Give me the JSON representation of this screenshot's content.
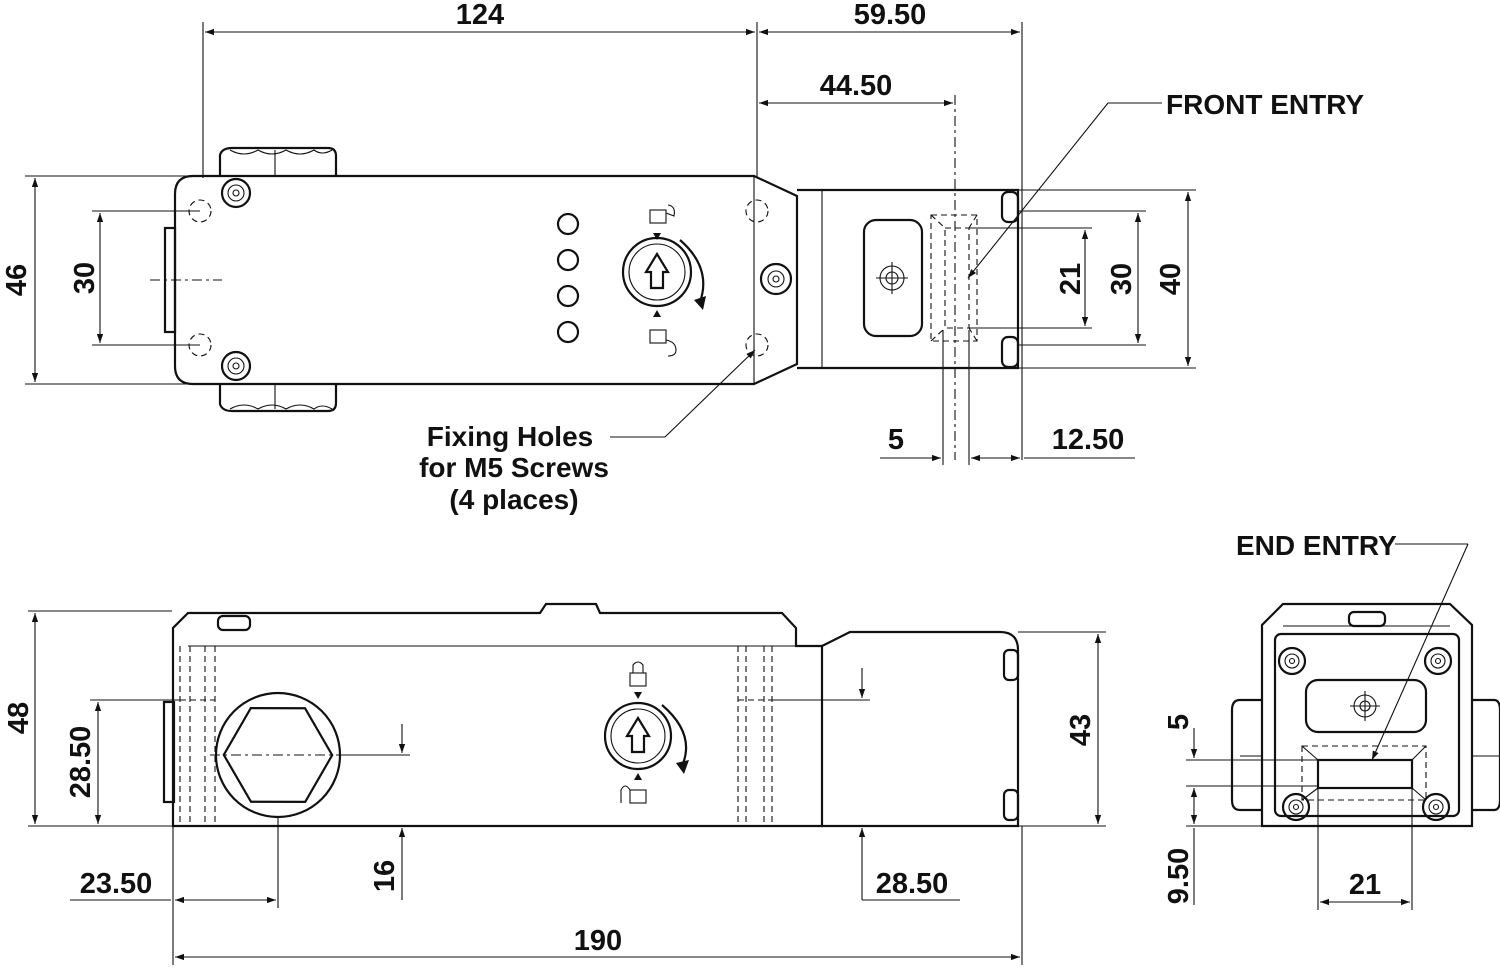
{
  "title": "",
  "colors": {
    "line": "#111111",
    "background": "#ffffff"
  },
  "top_view": {
    "dims": {
      "w124": "124",
      "w59_50": "59.50",
      "w44_50": "44.50",
      "h46": "46",
      "h30_left": "30",
      "h21": "21",
      "h30_right": "30",
      "h40": "40",
      "d5": "5",
      "d12_50": "12.50"
    },
    "labels": {
      "front_entry": "FRONT ENTRY",
      "fixing_holes": [
        "Fixing Holes",
        "for M5 Screws",
        "(4 places)"
      ]
    },
    "icons": [
      "lock-icon",
      "unlock-icon",
      "rotate-arrow-icon",
      "led-indicator-icon"
    ]
  },
  "front_view": {
    "dims": {
      "h48": "48",
      "h28_50_left": "28.50",
      "h43": "43",
      "d16": "16",
      "d23_50": "23.50",
      "d28_50_right": "28.50",
      "w190": "190"
    }
  },
  "end_view": {
    "dims": {
      "d5": "5",
      "d9_50": "9.50",
      "w21": "21"
    },
    "labels": {
      "end_entry": "END ENTRY"
    }
  }
}
